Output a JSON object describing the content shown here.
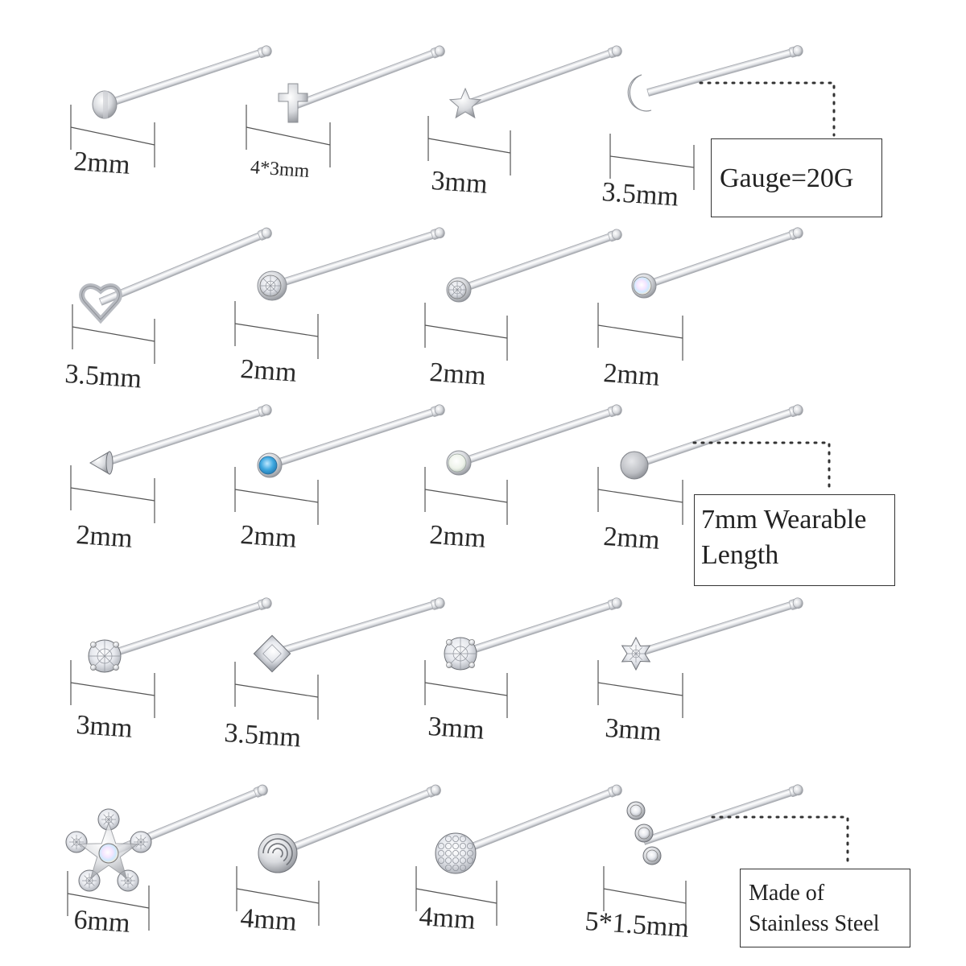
{
  "items": [
    {
      "shape": "flat-disc",
      "size_label": "2mm"
    },
    {
      "shape": "cross",
      "size_label": "4*3mm"
    },
    {
      "shape": "star",
      "size_label": "3mm"
    },
    {
      "shape": "moon",
      "size_label": "3.5mm"
    },
    {
      "shape": "heart-outline",
      "size_label": "3.5mm"
    },
    {
      "shape": "clear-crystal-bezel",
      "size_label": "2mm"
    },
    {
      "shape": "clear-crystal-small",
      "size_label": "2mm"
    },
    {
      "shape": "ab-opal",
      "size_label": "2mm"
    },
    {
      "shape": "spike-cone",
      "size_label": "2mm"
    },
    {
      "shape": "blue-opal",
      "size_label": "2mm"
    },
    {
      "shape": "white-opal",
      "size_label": "2mm"
    },
    {
      "shape": "frosted-ball",
      "size_label": "2mm"
    },
    {
      "shape": "round-cz-prong",
      "size_label": "3mm"
    },
    {
      "shape": "square-cz-prong",
      "size_label": "3.5mm"
    },
    {
      "shape": "round-cz-prong-2",
      "size_label": "3mm"
    },
    {
      "shape": "star-cz-prong",
      "size_label": "3mm"
    },
    {
      "shape": "flower-cz",
      "size_label": "6mm"
    },
    {
      "shape": "rose",
      "size_label": "4mm"
    },
    {
      "shape": "pave-ball",
      "size_label": "4mm"
    },
    {
      "shape": "triple-crystal",
      "size_label": "5*1.5mm"
    }
  ],
  "callouts": {
    "gauge": {
      "text": "Gauge=20G"
    },
    "length": {
      "line1": "7mm Wearable",
      "line2": "Length"
    },
    "material": {
      "line1": "Made of",
      "line2": "Stainless Steel"
    }
  },
  "colors": {
    "steel_light": "#f4f4f6",
    "steel_mid": "#c9cbd0",
    "steel_dark": "#8d9096",
    "outline": "#9a9da3",
    "opal_blue": "#3fa8e0",
    "opal_white": "#eef3ea",
    "dots": "#333333"
  }
}
